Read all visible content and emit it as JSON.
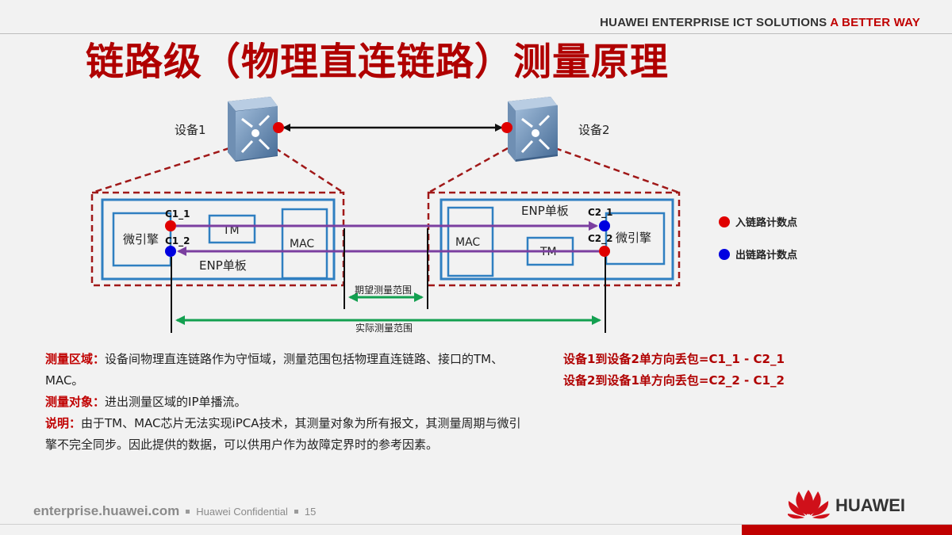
{
  "header": {
    "brand_main": "HUAWEI ENTERPRISE ICT SOLUTIONS",
    "brand_accent": "A BETTER WAY"
  },
  "title": "链路级（物理直连链路）测量原理",
  "diagram": {
    "device1_label": "设备1",
    "device2_label": "设备2",
    "left_board": {
      "micro_engine": "微引擎",
      "tm": "TM",
      "mac": "MAC",
      "board": "ENP单板",
      "point_in": "C1_1",
      "point_out": "C1_2"
    },
    "right_board": {
      "micro_engine": "微引擎",
      "tm": "TM",
      "mac": "MAC",
      "board": "ENP单板",
      "point_in": "C2_1",
      "point_out": "C2_2"
    },
    "expected_range": "期望测量范围",
    "actual_range": "实际测量范围",
    "legend": {
      "in_point": "入链路计数点",
      "out_point": "出链路计数点"
    },
    "colors": {
      "in_point": "#e00000",
      "out_point": "#0000e0",
      "dashed_border": "#a01818",
      "board_border": "#2f7fc1",
      "arrow_purple": "#7b3fa0",
      "arrow_green": "#13a050"
    }
  },
  "notes": [
    {
      "label": "测量区域：",
      "text": "设备间物理直连链路作为守恒域，测量范围包括物理直连链路、接口的TM、MAC。"
    },
    {
      "label": "测量对象：",
      "text": "进出测量区域的IP单播流。"
    },
    {
      "label": "说明：",
      "text": "由于TM、MAC芯片无法实现iPCA技术，其测量对象为所有报文，其测量周期与微引擎不完全同步。因此提供的数据，可以供用户作为故障定界时的参考因素。"
    }
  ],
  "formulas": [
    "设备1到设备2单方向丢包=C1_1 - C2_1",
    "设备2到设备1单方向丢包=C2_2 - C1_2"
  ],
  "footer": {
    "site": "enterprise.huawei.com",
    "confidential": "Huawei Confidential",
    "page": "15",
    "logo_text": "HUAWEI"
  }
}
